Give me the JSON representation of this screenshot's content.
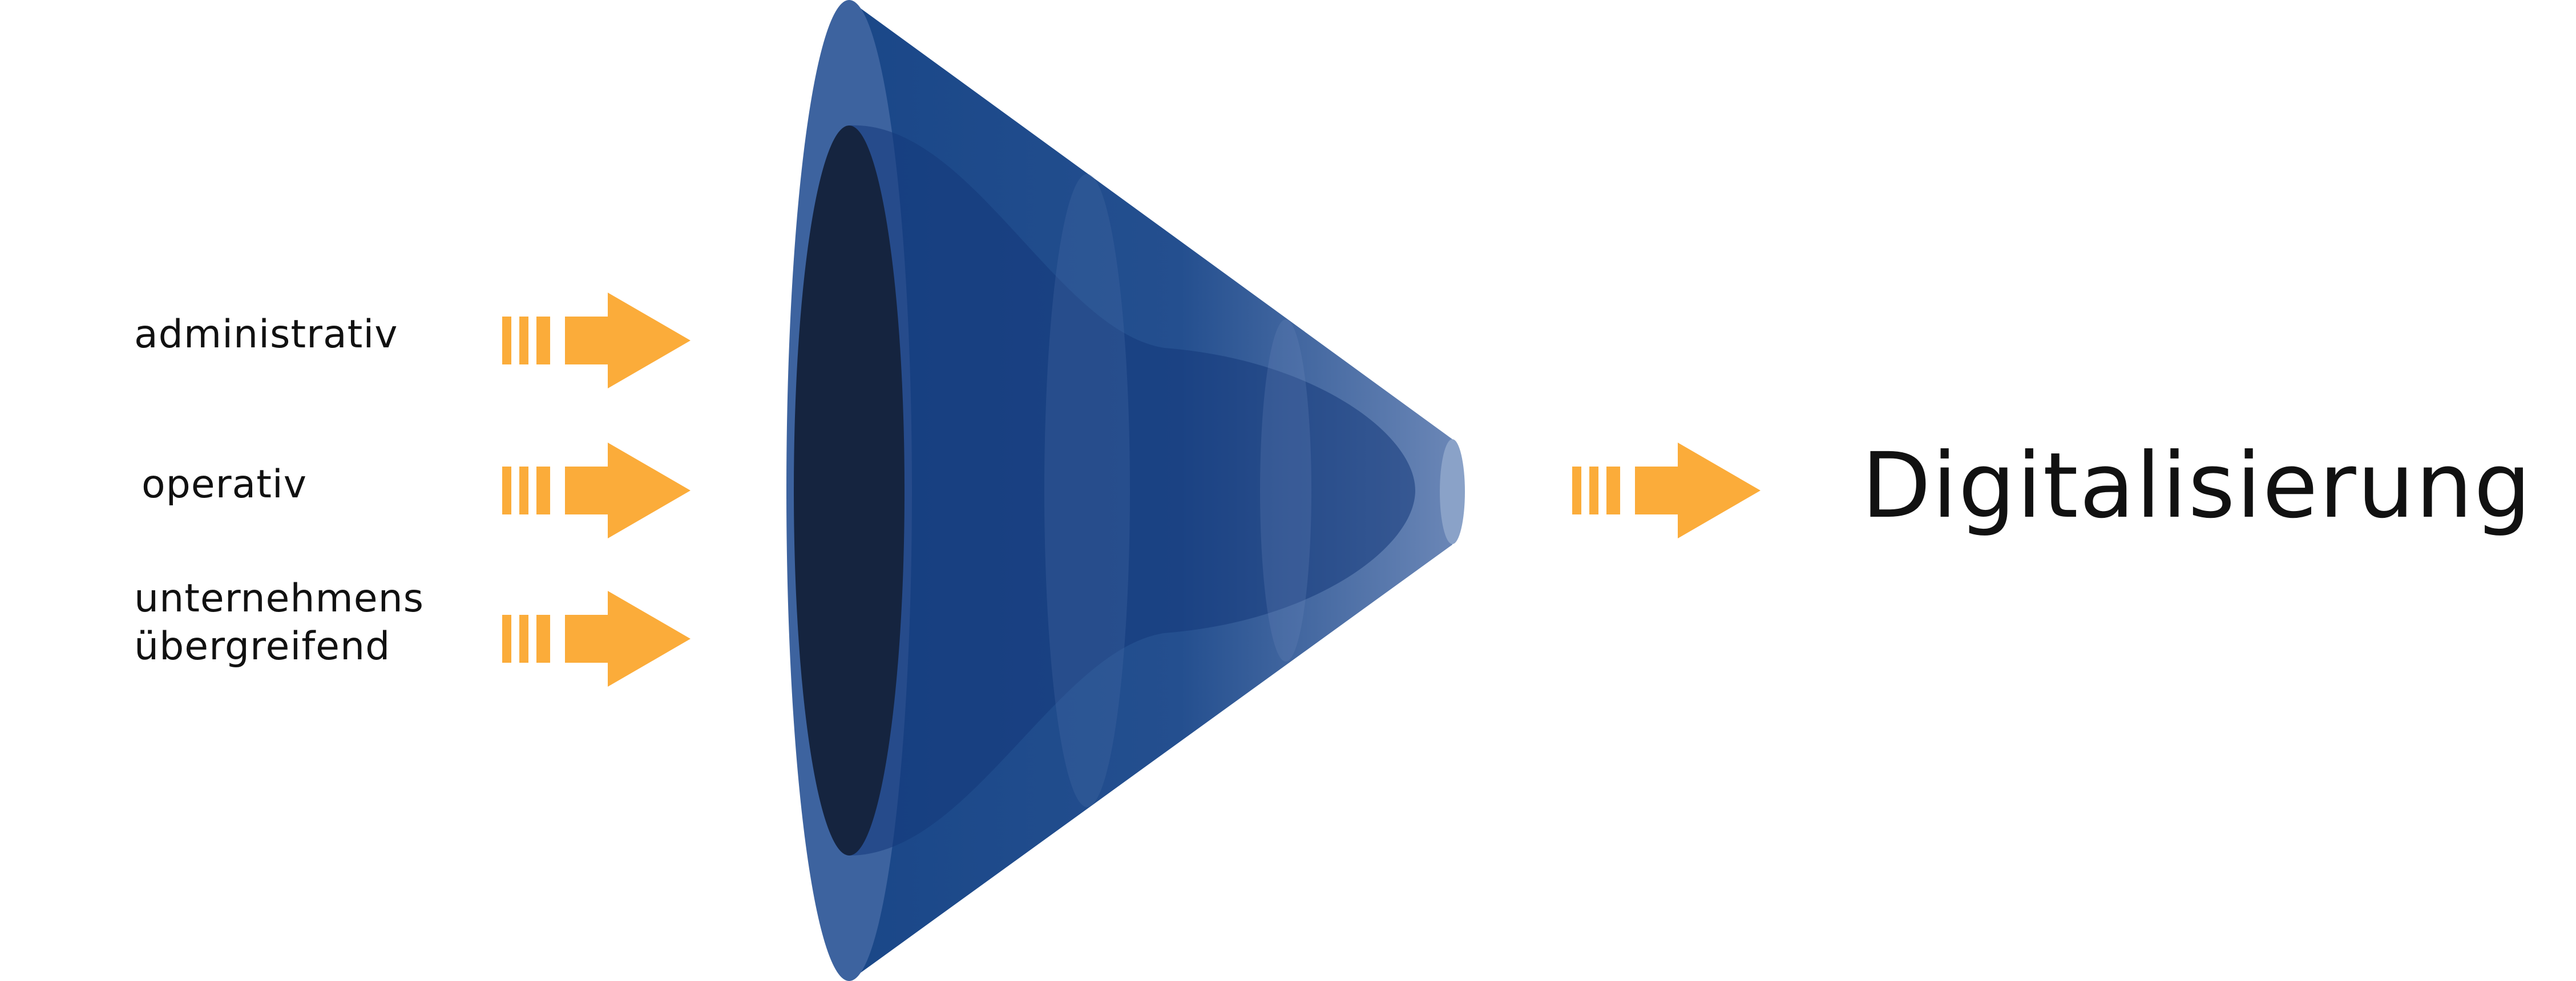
{
  "inputs": [
    {
      "lines": [
        "administrativ"
      ]
    },
    {
      "lines": [
        "operativ"
      ]
    },
    {
      "lines": [
        "unternehmens",
        "übergreifend"
      ]
    }
  ],
  "output": {
    "label": "Digitalisierung"
  },
  "colors": {
    "arrow": "#fbac3a",
    "funnel_dark": "#15243f",
    "funnel_main": "#1c4787",
    "funnel_light": "#5f7fb1",
    "text": "#111111"
  },
  "icons": {
    "input_arrow": "striped-arrow-right-icon",
    "output_arrow": "striped-arrow-right-icon",
    "funnel": "funnel-cone-icon"
  }
}
